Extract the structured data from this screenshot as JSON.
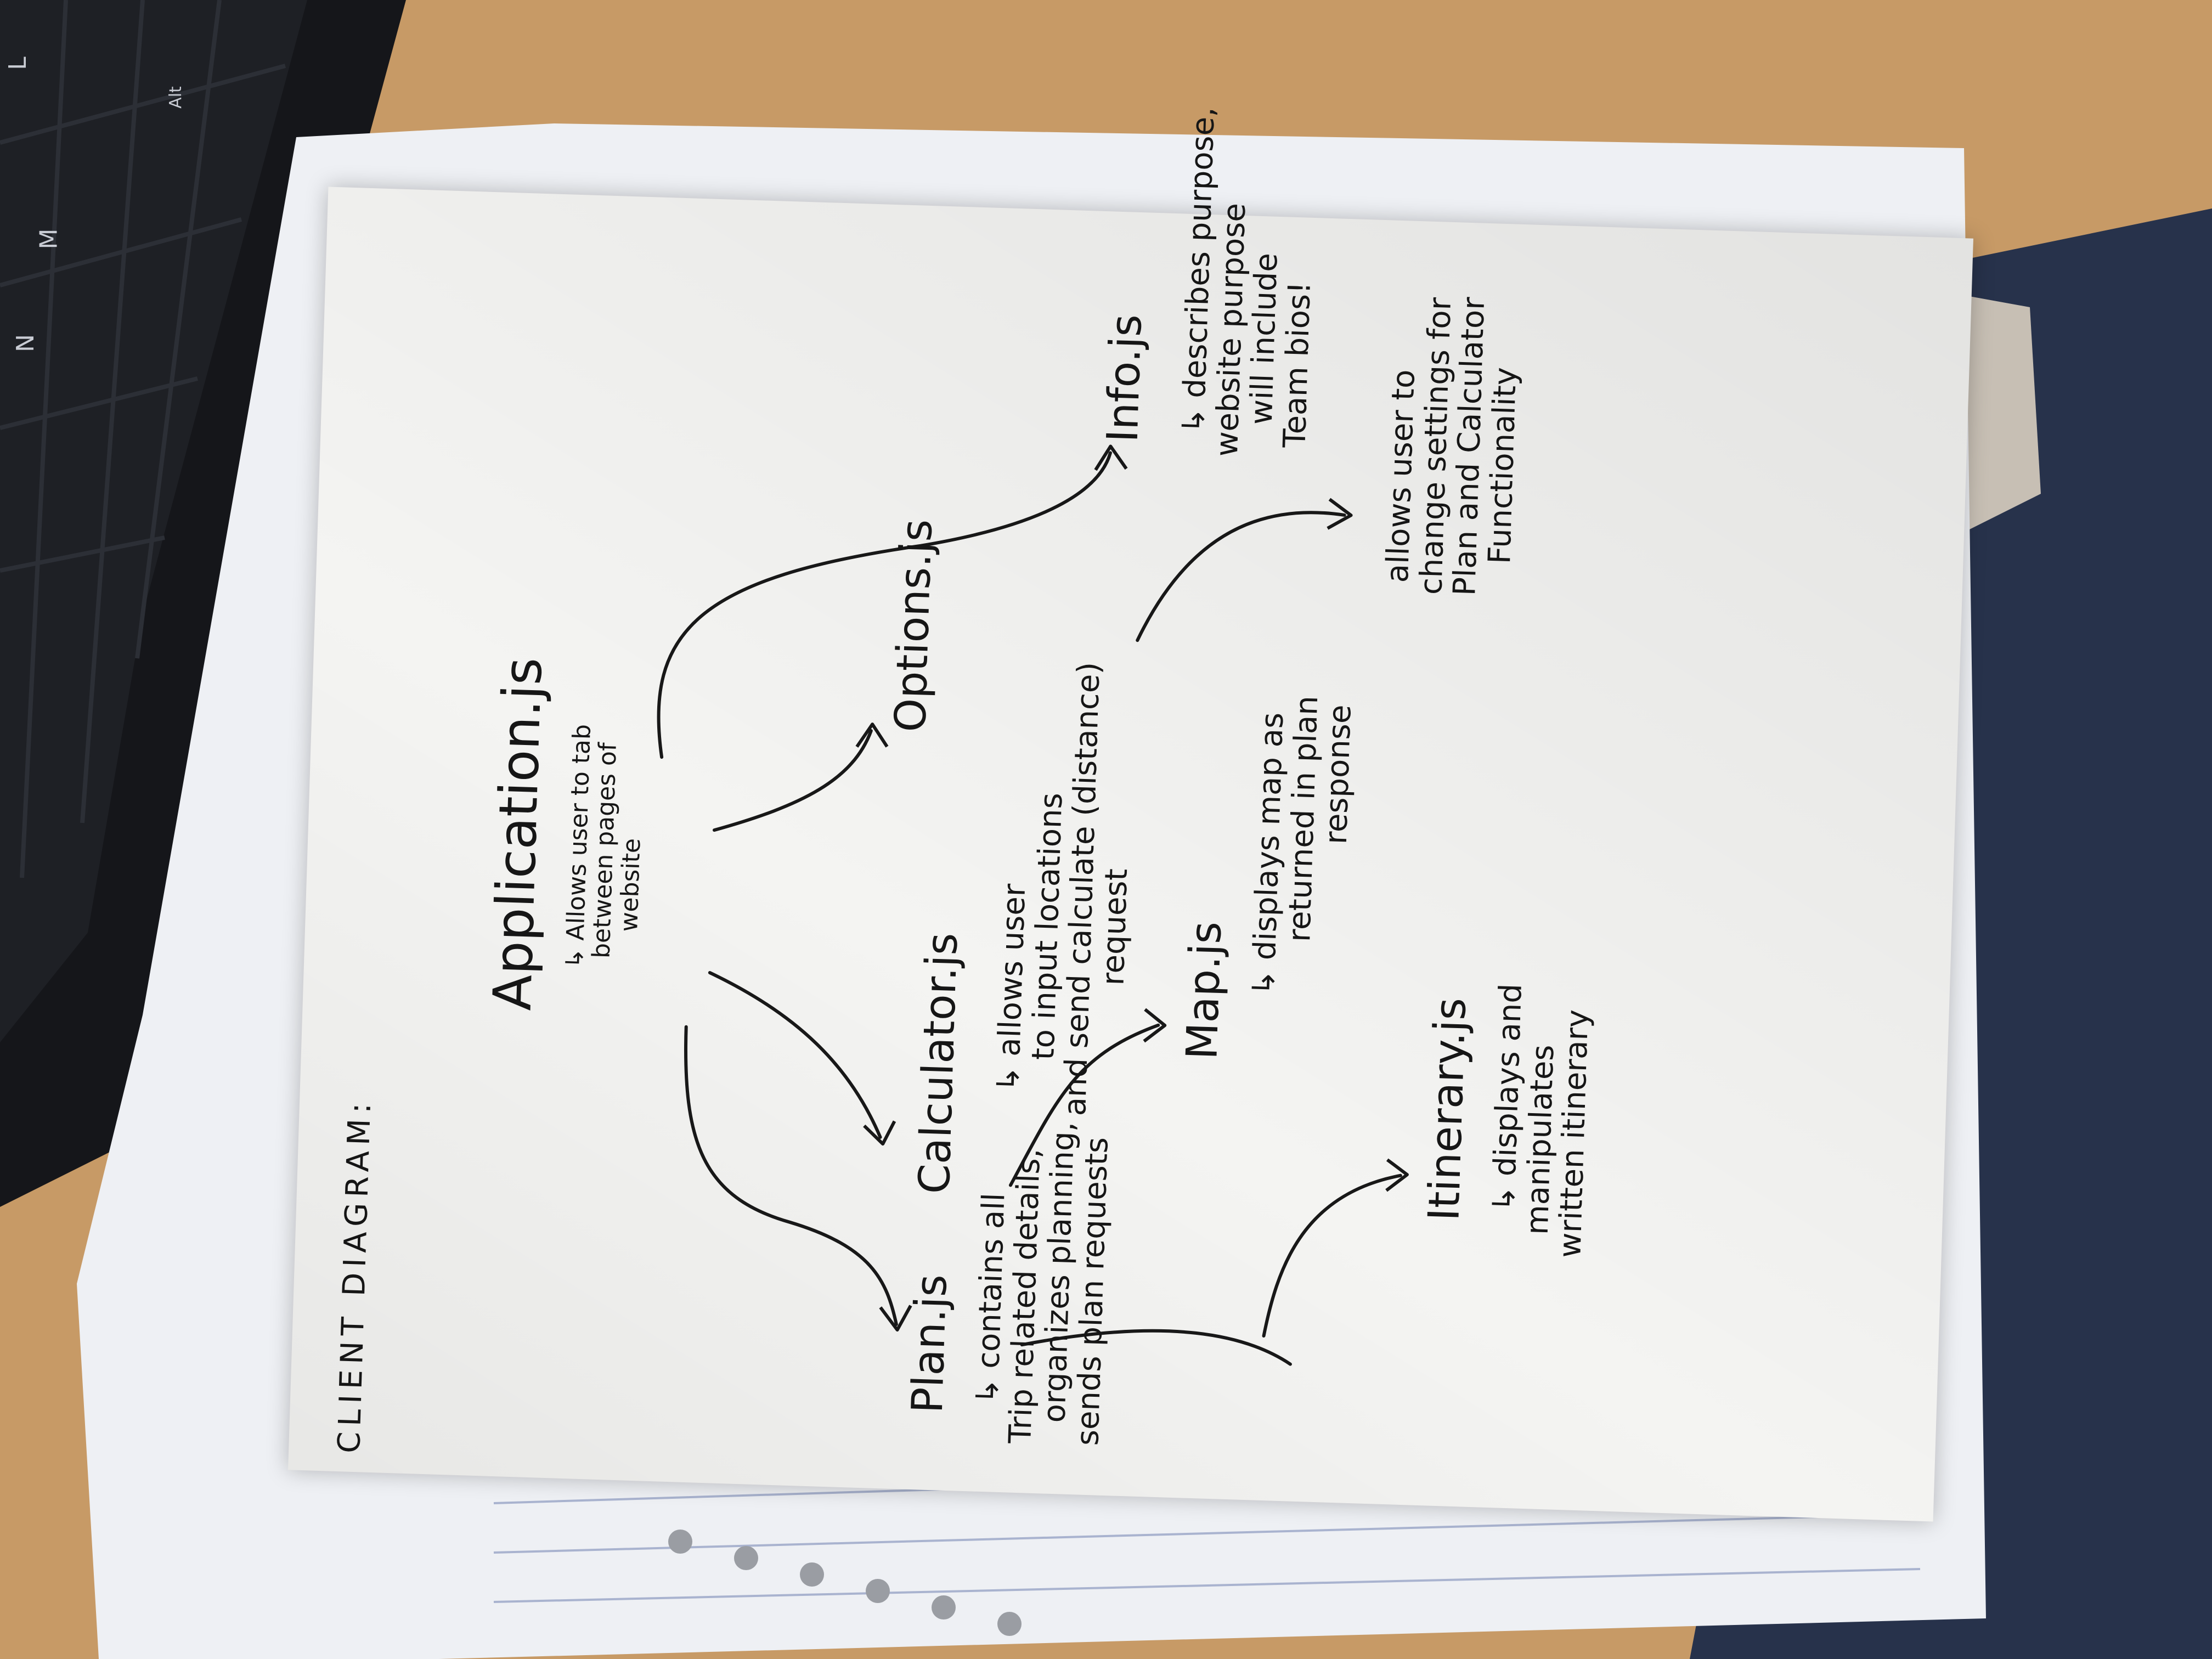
{
  "keyboard": {
    "keys": [
      "L",
      "M",
      "N",
      "Alt"
    ]
  },
  "diagram": {
    "title": "CLIENT DIAGRAM:",
    "nodes": {
      "application": {
        "label": "Application.js",
        "description": [
          "Allows user to tab",
          "between pages of",
          "website"
        ]
      },
      "plan": {
        "label": "Plan.js",
        "description": [
          "contains all",
          "Trip related details,",
          "organizes planning,",
          "sends plan requests"
        ]
      },
      "calculator": {
        "label": "Calculator.js",
        "description": [
          "allows user",
          "to input locations",
          "and send calculate (distance)",
          "request"
        ]
      },
      "options": {
        "label": "Options.js",
        "description": [
          "allows user to",
          "change settings for",
          "Plan and Calculator",
          "Functionality"
        ]
      },
      "info": {
        "label": "Info.js",
        "description": [
          "describes purpose,",
          "website purpose",
          "will include",
          "Team bios!"
        ]
      },
      "itinerary": {
        "label": "Itinerary.js",
        "description": [
          "displays and",
          "manipulates",
          "written itinerary"
        ]
      },
      "map": {
        "label": "Map.js",
        "description": [
          "displays map as",
          "returned in plan",
          "response"
        ]
      }
    }
  }
}
